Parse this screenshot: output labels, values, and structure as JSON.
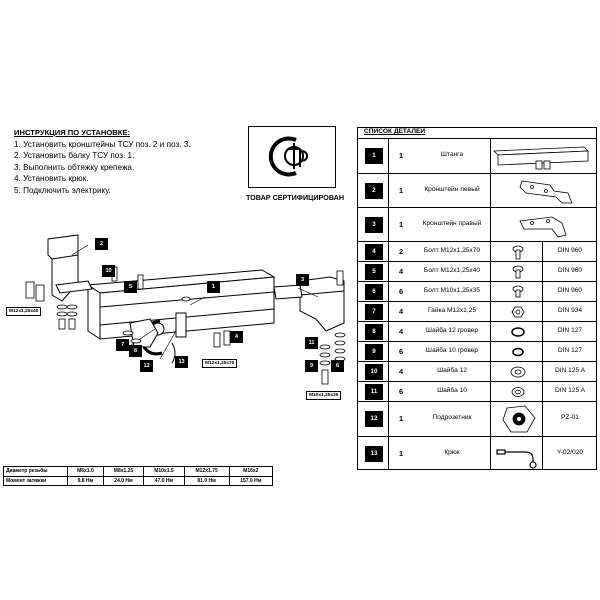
{
  "instructions": {
    "title": "ИНСТРУКЦИЯ ПО УСТАНОВКЕ:",
    "steps": [
      "1. Установить кронштейны ТСУ поз. 2 и поз. 3.",
      "2. Установить балку ТСУ поз. 1.",
      "3. Выполнить обтяжку крепежа.",
      "4. Установить крюк.",
      "5. Подключить электрику."
    ]
  },
  "certification": {
    "logo_text": "С ТР",
    "label": "ТОВАР СЕРТИФИЦИРОВАН"
  },
  "parts_list": {
    "title": "СПИСОК ДЕТАЛЕЙ",
    "rows": [
      {
        "num": "1",
        "qty": "1",
        "name": "Штанга",
        "standard": "",
        "icon": "bar-icon"
      },
      {
        "num": "2",
        "qty": "1",
        "name": "Кронштейн левый",
        "standard": "",
        "icon": "left-bracket-icon"
      },
      {
        "num": "3",
        "qty": "1",
        "name": "Кронштейн правый",
        "standard": "",
        "icon": "right-bracket-icon"
      },
      {
        "num": "4",
        "qty": "2",
        "name": "Болт М12х1,25х70",
        "standard": "DIN 960",
        "icon": "bolt-icon"
      },
      {
        "num": "5",
        "qty": "4",
        "name": "Болт М12х1,25х40",
        "standard": "DIN 960",
        "icon": "bolt-icon"
      },
      {
        "num": "6",
        "qty": "6",
        "name": "Болт М10х1,25х35",
        "standard": "DIN 960",
        "icon": "bolt-icon"
      },
      {
        "num": "7",
        "qty": "4",
        "name": "Гайка М12х1,25",
        "standard": "DIN 934",
        "icon": "nut-icon"
      },
      {
        "num": "8",
        "qty": "4",
        "name": "Шайба 12 гровер",
        "standard": "DIN 127",
        "icon": "spring-washer-icon"
      },
      {
        "num": "9",
        "qty": "6",
        "name": "Шайба 10 гровер",
        "standard": "DIN 127",
        "icon": "spring-washer-icon"
      },
      {
        "num": "10",
        "qty": "4",
        "name": "Шайба 12",
        "standard": "DIN 125 A",
        "icon": "washer-icon"
      },
      {
        "num": "11",
        "qty": "6",
        "name": "Шайба 10",
        "standard": "DIN 125 A",
        "icon": "washer-icon"
      },
      {
        "num": "12",
        "qty": "1",
        "name": "Подрозетник",
        "standard": "PZ-01",
        "icon": "socket-plate-icon"
      },
      {
        "num": "13",
        "qty": "1",
        "name": "Крюк",
        "standard": "Y-02/020",
        "icon": "hook-icon"
      }
    ]
  },
  "torque_table": {
    "row1_header": "Диаметр резьбы",
    "row2_header": "Момент затяжки",
    "threads": [
      "M6x1.0",
      "M8x1.25",
      "M10x1.5",
      "M12x1.75",
      "M16x2"
    ],
    "torques": [
      "9.8 Нм",
      "24.0 Нм",
      "47.0 Нм",
      "81.0 Нм",
      "157.0 Нм"
    ]
  },
  "diagram": {
    "callouts": [
      "1",
      "2",
      "3",
      "4",
      "5",
      "6",
      "7",
      "8",
      "9",
      "10",
      "11",
      "12",
      "13"
    ],
    "bolt_labels": {
      "left": "M12x1,25x40",
      "center": "M12x1,25x70",
      "right": "M10x1,25x35"
    }
  }
}
